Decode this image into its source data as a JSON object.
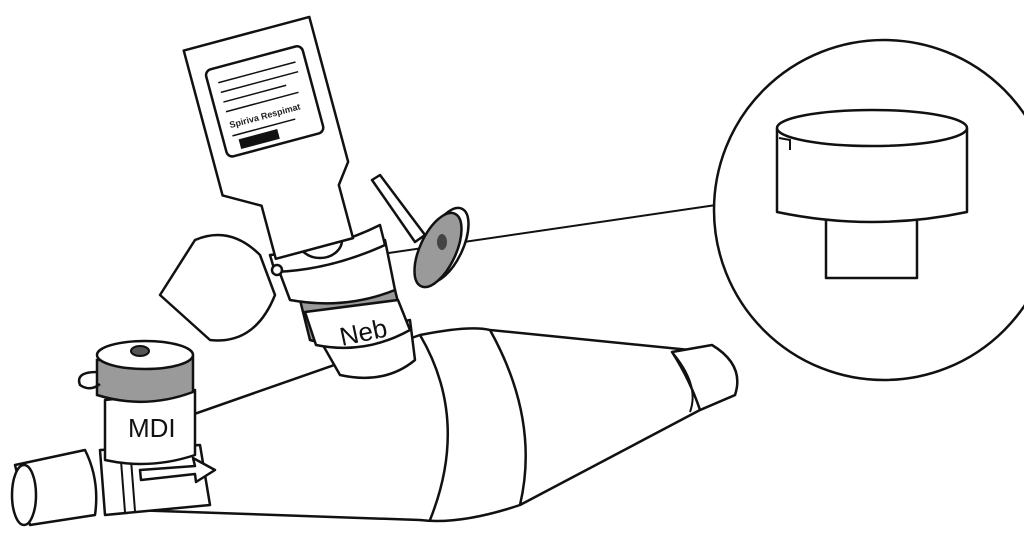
{
  "labels": {
    "nebulizer": "Neb",
    "mdi": "MDI"
  },
  "vial_label_text": "Spiriva Respimat"
}
